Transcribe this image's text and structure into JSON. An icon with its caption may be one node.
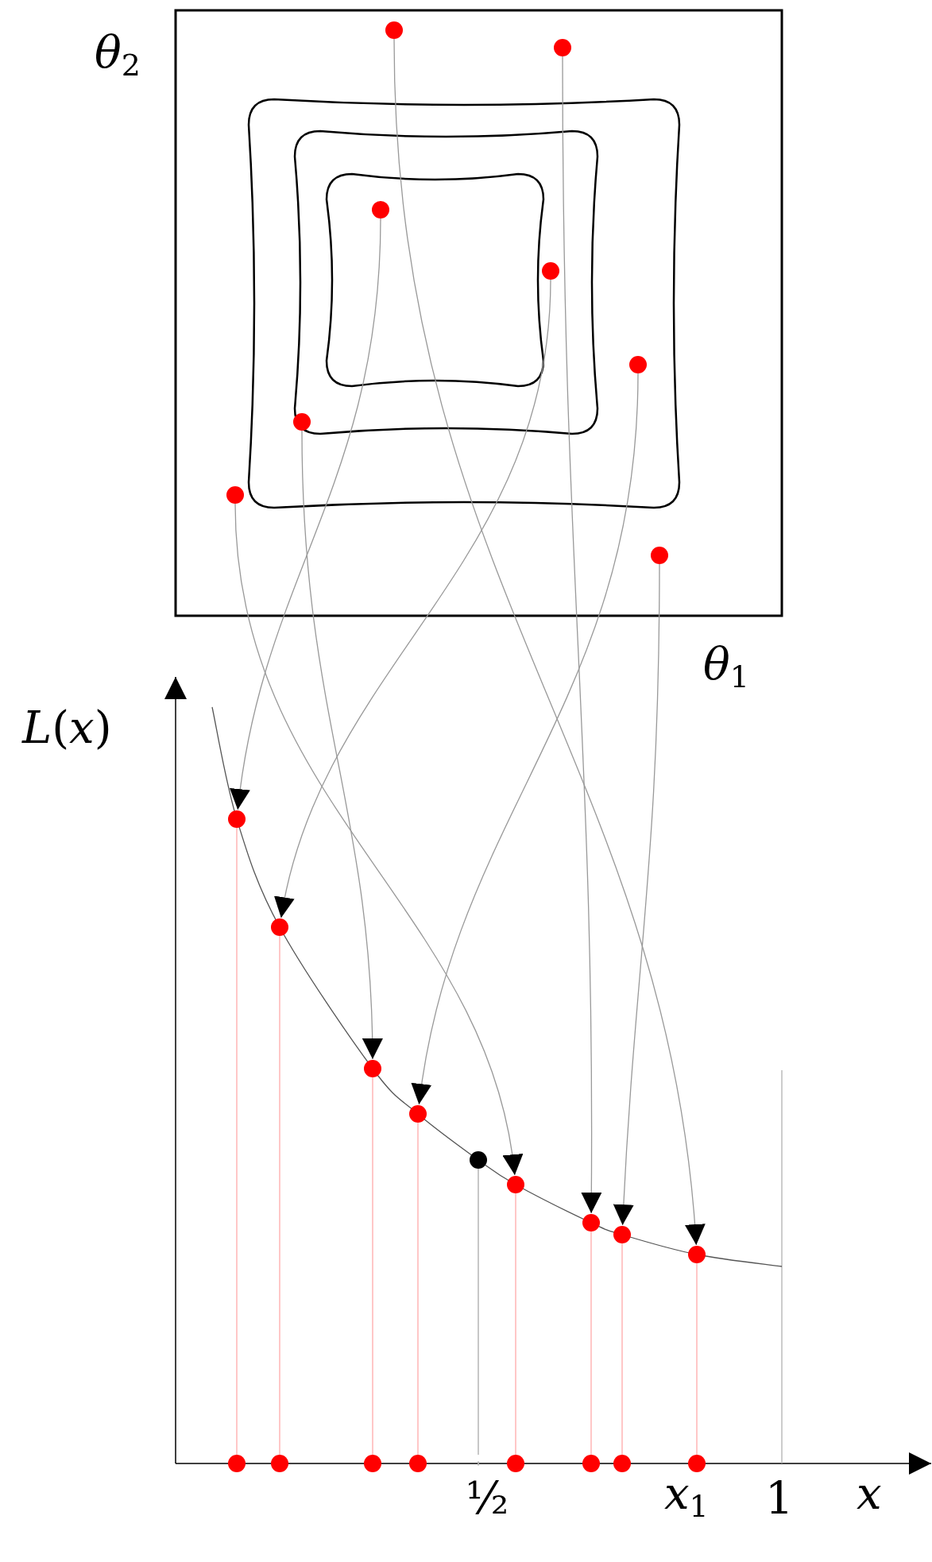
{
  "diagram": {
    "nodes": [
      {
        "text": [],
        "shape": "circle"
      },
      {
        "text": [],
        "shape": "circle"
      },
      {
        "text": [],
        "shape": "circle"
      },
      {
        "text": [],
        "shape": "circle"
      },
      {
        "text": [],
        "shape": "circle"
      },
      {
        "text": [],
        "shape": "circle"
      },
      {
        "text": [],
        "shape": "circle"
      },
      {
        "text": [],
        "shape": "circle"
      },
      {
        "text": [],
        "shape": "circle"
      },
      {
        "text": [],
        "shape": "circle"
      },
      {
        "text": [],
        "shape": "circle"
      },
      {
        "text": [],
        "shape": "circle"
      },
      {
        "text": [],
        "shape": "circle"
      },
      {
        "text": [],
        "shape": "circle"
      },
      {
        "text": [],
        "shape": "circle"
      },
      {
        "text": [],
        "shape": "circle"
      },
      {
        "text": [],
        "shape": "circle"
      },
      {
        "text": [],
        "shape": "circle"
      },
      {
        "text": [],
        "shape": "circle"
      },
      {
        "text": [],
        "shape": "circle"
      },
      {
        "text": [],
        "shape": "circle"
      },
      {
        "text": [],
        "shape": "circle"
      },
      {
        "text": [],
        "shape": "circle"
      },
      {
        "text": [],
        "shape": "circle"
      },
      {
        "text": [],
        "shape": "circle"
      },
      {
        "text": [],
        "shape": "circle"
      }
    ],
    "edges": [
      {
        "from": 2,
        "to": 8,
        "arrow": "to"
      },
      {
        "from": 3,
        "to": 9,
        "arrow": "to"
      },
      {
        "from": 5,
        "to": 10,
        "arrow": "to"
      },
      {
        "from": 4,
        "to": 11,
        "arrow": "to"
      },
      {
        "from": 6,
        "to": 13,
        "arrow": "to"
      },
      {
        "from": 1,
        "to": 14,
        "arrow": "to"
      },
      {
        "from": 7,
        "to": 15,
        "arrow": "to"
      },
      {
        "from": 0,
        "to": 16,
        "arrow": "to"
      },
      {
        "from": 8,
        "to": 17,
        "arrow": "none",
        "color": "#ffaaaa"
      },
      {
        "from": 9,
        "to": 18,
        "arrow": "none",
        "color": "#ffaaaa"
      },
      {
        "from": 10,
        "to": 19,
        "arrow": "none",
        "color": "#ffaaaa"
      },
      {
        "from": 11,
        "to": 20,
        "arrow": "none",
        "color": "#ffaaaa"
      },
      {
        "from": 12,
        "to": 21,
        "arrow": "none",
        "color": "#aaaaaa"
      },
      {
        "from": 13,
        "to": 22,
        "arrow": "none",
        "color": "#ffaaaa"
      },
      {
        "from": 14,
        "to": 23,
        "arrow": "none",
        "color": "#ffaaaa"
      },
      {
        "from": 15,
        "to": 24,
        "arrow": "none",
        "color": "#ffaaaa"
      },
      {
        "from": 16,
        "to": 25,
        "arrow": "none",
        "color": "#ffaaaa"
      }
    ],
    "labels": [
      "*θ*$_{2}$",
      "*θ*$_{1}$",
      "*L*(*x*)",
      "½",
      "*x*$_{1}$",
      "1",
      "*x*"
    ]
  }
}
